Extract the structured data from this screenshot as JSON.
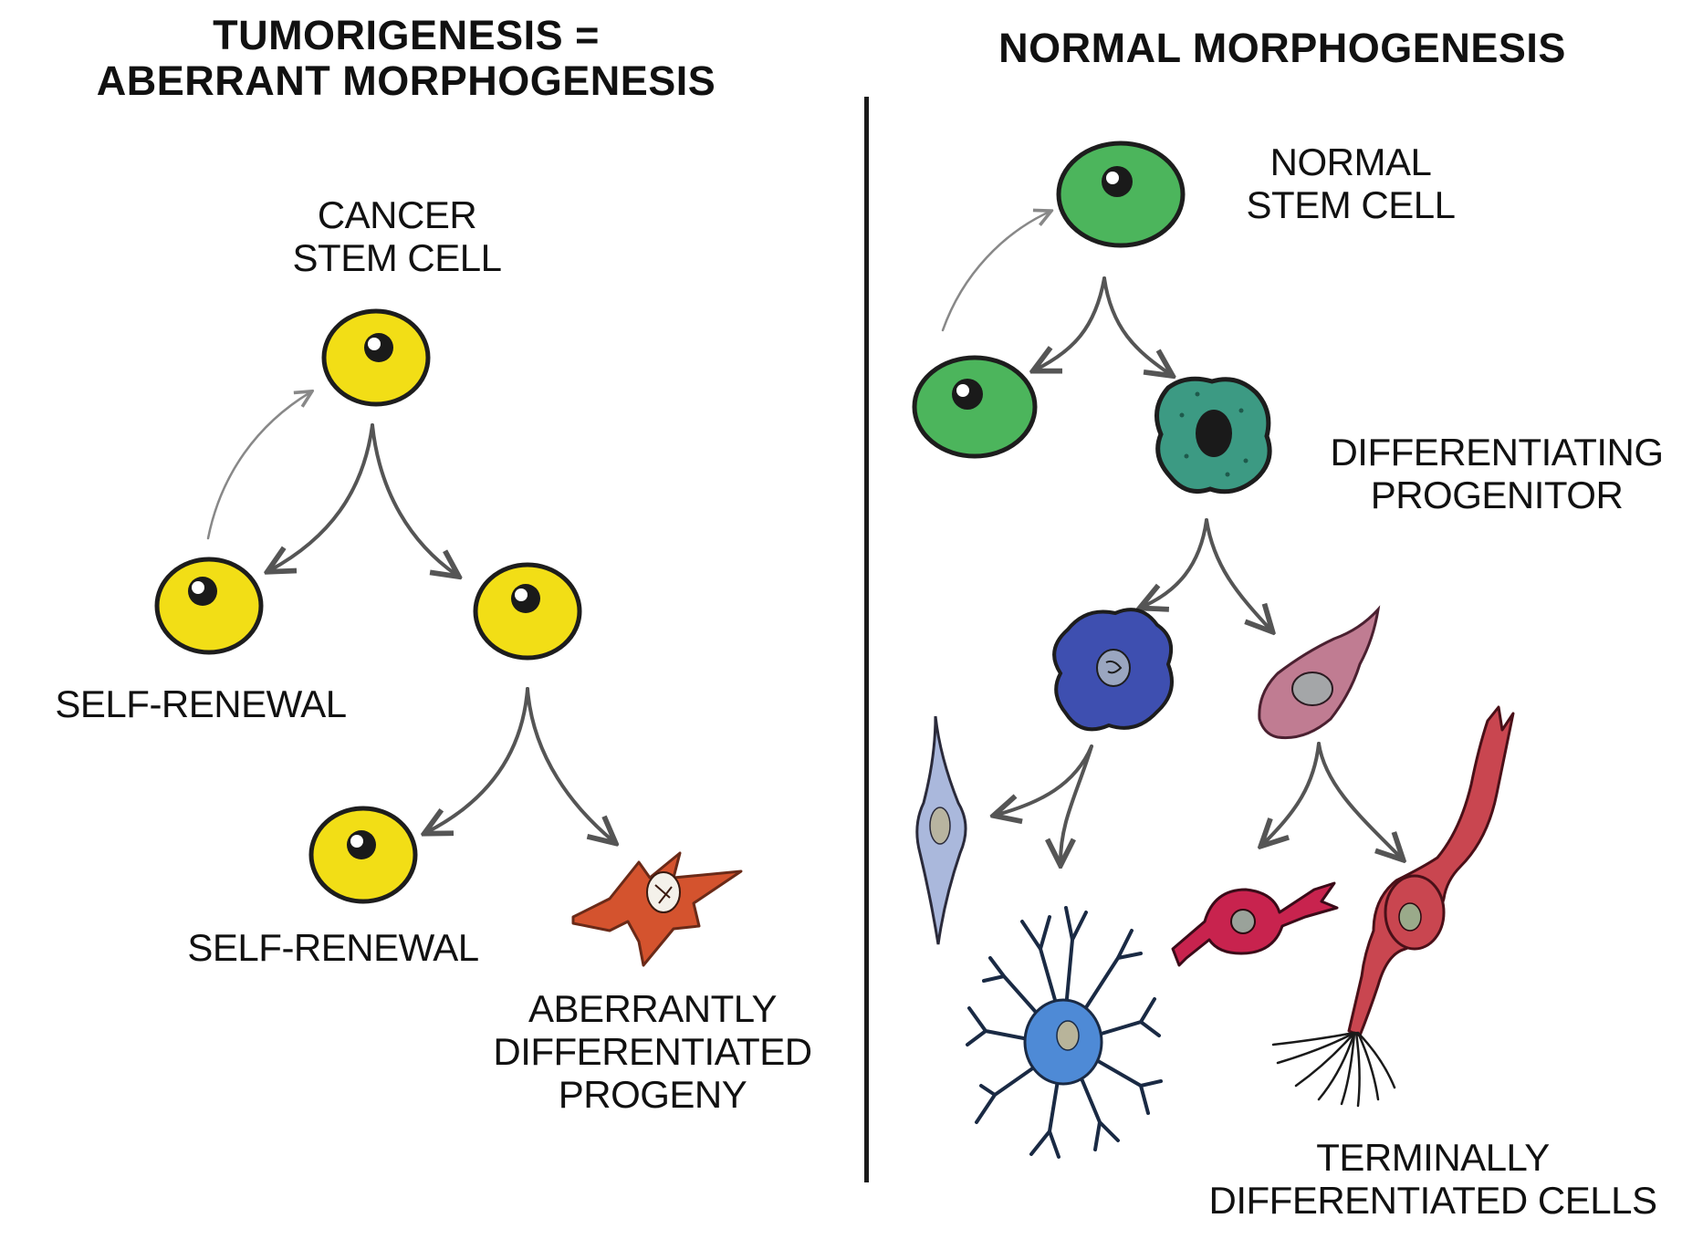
{
  "left_panel": {
    "heading_lines": [
      "TUMORIGENESIS =",
      "ABERRANT MORPHOGENESIS"
    ],
    "cancer_stem_cell_lines": [
      "CANCER",
      "STEM CELL"
    ],
    "self_renewal_upper": "SELF-RENEWAL",
    "self_renewal_lower": "SELF-RENEWAL",
    "aberrant_progeny_lines": [
      "ABERRANTLY",
      "DIFFERENTIATED",
      "PROGENY"
    ]
  },
  "right_panel": {
    "heading": "NORMAL MORPHOGENESIS",
    "normal_stem_cell_lines": [
      "NORMAL",
      "STEM CELL"
    ],
    "progenitor_lines": [
      "DIFFERENTIATING",
      "PROGENITOR"
    ],
    "terminal_lines": [
      "TERMINALLY",
      "DIFFERENTIATED CELLS"
    ]
  },
  "colors": {
    "cancer_cell": "#f2de16",
    "aberrant_cell": "#d4532e",
    "normal_stem_cell": "#4cb55c",
    "progenitor_cell": "#3c9a83",
    "blue_cell": "#3e4fb0",
    "pink_cell": "#c07c92",
    "pale_cell": "#aab8dc",
    "astrocyte_cell": "#4e8ad6",
    "red_cell": "#c8234e",
    "neuron_cell": "#c94650",
    "arrow": "#555555"
  }
}
